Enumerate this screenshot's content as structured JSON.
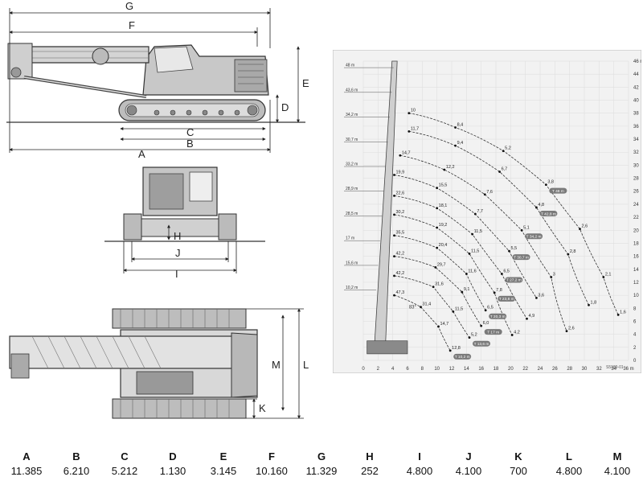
{
  "drawing": {
    "side_view": {
      "labels": [
        "G",
        "F",
        "E",
        "D",
        "C",
        "B",
        "A"
      ]
    },
    "front_view": {
      "labels": [
        "H",
        "J",
        "I"
      ]
    },
    "top_view": {
      "labels": [
        "M",
        "L",
        "K"
      ]
    }
  },
  "chart_data": {
    "type": "load-chart",
    "y_unit": "48 m",
    "x_unit": "36 m",
    "x_ticks": [
      "0",
      "2",
      "4",
      "6",
      "8",
      "10",
      "12",
      "14",
      "16",
      "18",
      "20",
      "22",
      "24",
      "26",
      "28",
      "30",
      "32",
      "34",
      "36 m"
    ],
    "y_ticks": [
      "0",
      "2",
      "4",
      "6",
      "8",
      "10",
      "12",
      "14",
      "16",
      "18",
      "20",
      "22",
      "24",
      "26",
      "28",
      "30",
      "32",
      "34",
      "36",
      "38",
      "40",
      "42",
      "44",
      "46 m"
    ],
    "boom_lengths": [
      "48 m",
      "43,6 m",
      "34,2 m",
      "30,7 m",
      "33,2 m",
      "28,9 m",
      "28,5 m",
      "17 m",
      "15,6 m",
      "10,2 m"
    ],
    "jib_tags": [
      "T 48 m",
      "T 42,8 m",
      "T 34,2 m",
      "T 30,7 m",
      "T 27,2 m",
      "T 23,8 m",
      "T 20,3 m",
      "T 17 m",
      "T 13,6 m",
      "T 10,2 m"
    ],
    "boom_angle": "83°",
    "code": "S5189-01",
    "curves": [
      {
        "points": [
          [
            6.2,
            38
          ],
          [
            12.5,
            35.8
          ],
          [
            19,
            32.2
          ],
          [
            24.8,
            27
          ],
          [
            29.4,
            20.2
          ],
          [
            32.6,
            12.8
          ],
          [
            34.6,
            7
          ]
        ],
        "labels": [
          "10",
          "8,4",
          "5,2",
          "3,8",
          "2,6",
          "2,1",
          "1,6"
        ]
      },
      {
        "points": [
          [
            6.2,
            35.2
          ],
          [
            12.5,
            33
          ],
          [
            18.5,
            29
          ],
          [
            23.5,
            23.5
          ],
          [
            27.8,
            16.3
          ],
          [
            30.6,
            8.5
          ]
        ],
        "labels": [
          "11,7",
          "9,4",
          "6,7",
          "4,8",
          "2,8",
          "1,8"
        ]
      },
      {
        "points": [
          [
            5,
            31.5
          ],
          [
            11,
            29.3
          ],
          [
            16.5,
            25.5
          ],
          [
            21.5,
            20
          ],
          [
            25.5,
            12.8
          ],
          [
            27.6,
            4.5
          ]
        ],
        "labels": [
          "14,7",
          "12,2",
          "7,6",
          "5,1",
          "3",
          "2,6"
        ]
      },
      {
        "points": [
          [
            4.2,
            28.5
          ],
          [
            10,
            26.5
          ],
          [
            15.2,
            22.5
          ],
          [
            19.8,
            16.8
          ],
          [
            23.5,
            9.6
          ]
        ],
        "labels": [
          "19,9",
          "15,5",
          "7,7",
          "5,5",
          "3,6"
        ]
      },
      {
        "points": [
          [
            4.2,
            25.3
          ],
          [
            10,
            23.4
          ],
          [
            14.8,
            19.4
          ],
          [
            18.8,
            13.3
          ],
          [
            22.2,
            6.4
          ]
        ],
        "labels": [
          "22,6",
          "18,1",
          "11,5",
          "6,5",
          "4,9"
        ]
      },
      {
        "points": [
          [
            4.2,
            22.4
          ],
          [
            10,
            20.4
          ],
          [
            14.4,
            16.4
          ],
          [
            17.8,
            10.4
          ],
          [
            20.2,
            3.9
          ]
        ],
        "labels": [
          "30,2",
          "19,2",
          "11,5",
          "7,8",
          "4,2"
        ]
      },
      {
        "points": [
          [
            4.2,
            19.2
          ],
          [
            10,
            17.3
          ],
          [
            14,
            13.3
          ],
          [
            16.6,
            7.7
          ]
        ],
        "labels": [
          "35,5",
          "20,4",
          "11,6",
          "6,5"
        ]
      },
      {
        "points": [
          [
            4.2,
            16
          ],
          [
            9.8,
            14.3
          ],
          [
            13.4,
            10.5
          ],
          [
            16,
            5.3
          ]
        ],
        "labels": [
          "42,2",
          "29,7",
          "9,1",
          "6,0"
        ]
      },
      {
        "points": [
          [
            4.2,
            13
          ],
          [
            9.5,
            11.3
          ],
          [
            12.2,
            7.5
          ],
          [
            14.4,
            3.5
          ]
        ],
        "labels": [
          "42,2",
          "31,6",
          "11,5",
          "5,2"
        ]
      },
      {
        "points": [
          [
            4.2,
            10
          ],
          [
            7.8,
            8.2
          ],
          [
            10.2,
            5.2
          ],
          [
            11.8,
            1.5
          ]
        ],
        "labels": [
          "47,3",
          "31,4",
          "14,7",
          "12,8"
        ]
      }
    ]
  },
  "dimensions": [
    {
      "letter": "A",
      "value": "11.385"
    },
    {
      "letter": "B",
      "value": "6.210"
    },
    {
      "letter": "C",
      "value": "5.212"
    },
    {
      "letter": "D",
      "value": "1.130"
    },
    {
      "letter": "E",
      "value": "3.145"
    },
    {
      "letter": "F",
      "value": "10.160"
    },
    {
      "letter": "G",
      "value": "11.329"
    },
    {
      "letter": "H",
      "value": "252"
    },
    {
      "letter": "I",
      "value": "4.800"
    },
    {
      "letter": "J",
      "value": "4.100"
    },
    {
      "letter": "K",
      "value": "700"
    },
    {
      "letter": "L",
      "value": "4.800"
    },
    {
      "letter": "M",
      "value": "4.100"
    }
  ]
}
